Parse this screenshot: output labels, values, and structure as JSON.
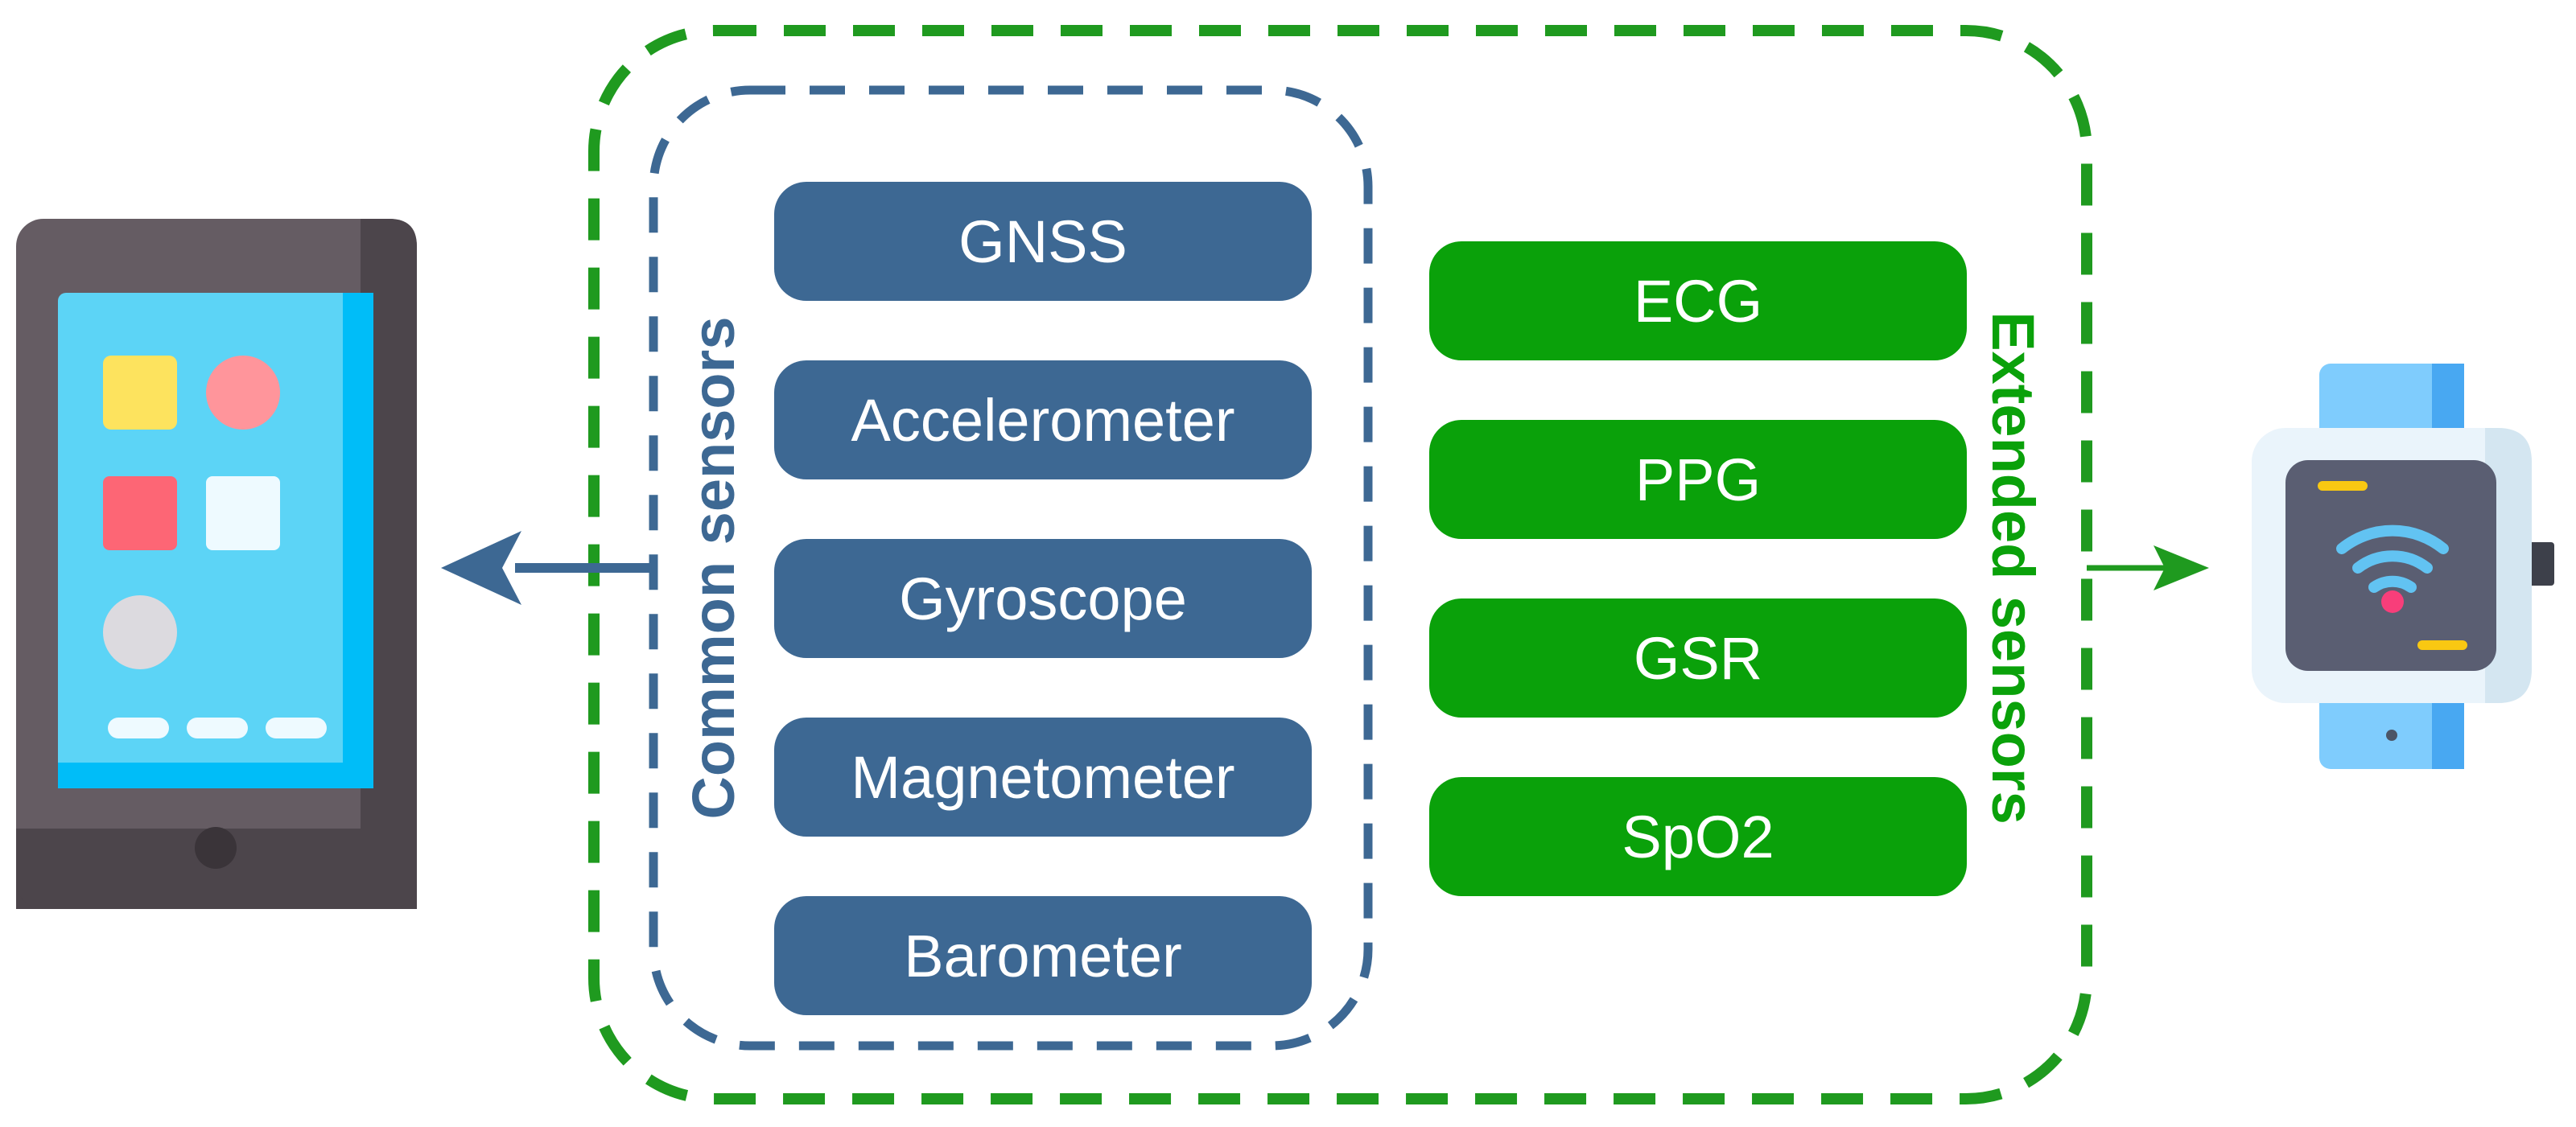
{
  "colors": {
    "common": "#3d6893",
    "extended": "#0aa10a",
    "outer_border": "#1f9a1f",
    "inner_border": "#3d6893"
  },
  "common_sensors": {
    "label": "Common sensors",
    "items": [
      "GNSS",
      "Accelerometer",
      "Gyroscope",
      "Magnetometer",
      "Barometer"
    ]
  },
  "extended_sensors": {
    "label": "Extended sensors",
    "items": [
      "ECG",
      "PPG",
      "GSR",
      "SpO2"
    ]
  },
  "devices": {
    "left": "smartphone-icon",
    "right": "smartwatch-icon"
  }
}
